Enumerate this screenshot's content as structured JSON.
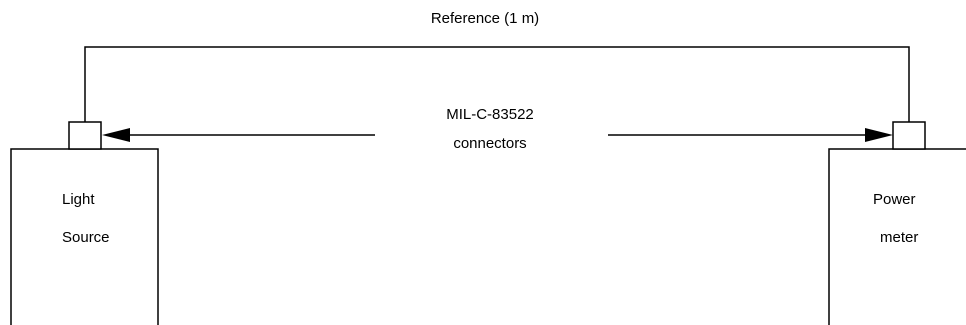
{
  "diagram": {
    "reference_label": "Reference  (1 m)",
    "connectors_label": {
      "line1": "MIL-C-83522",
      "line2": "connectors"
    },
    "light_source": {
      "line1": "Light",
      "line2": "Source"
    },
    "power_meter": {
      "line1": "Power",
      "line2": "meter"
    },
    "line_color": "#000000"
  }
}
